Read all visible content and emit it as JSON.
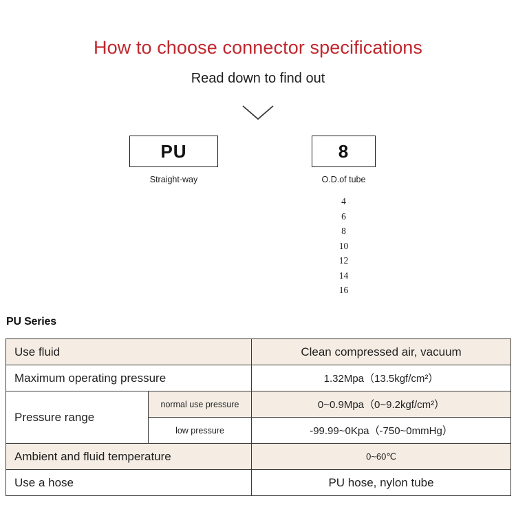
{
  "header": {
    "title": "How to choose connector specifications",
    "subtitle": "Read down to find out",
    "title_color": "#C0272D",
    "chevron_icon": "chevron-down-icon"
  },
  "code_breakdown": {
    "boxes": [
      {
        "code": "PU",
        "caption": "Straight-way"
      },
      {
        "code": "8",
        "caption": "O.D.of tube"
      }
    ],
    "od_sizes": [
      "4",
      "6",
      "8",
      "10",
      "12",
      "14",
      "16"
    ]
  },
  "spec_section": {
    "heading": "PU Series",
    "shade_color": "#F5EDE4",
    "rows": [
      {
        "label": "Use fluid",
        "value": "Clean compressed air, vacuum",
        "shaded": true
      },
      {
        "label": "Maximum operating pressure",
        "value": "1.32Mpa（13.5kgf/cm²）",
        "shaded": false
      },
      {
        "label": "Pressure range",
        "sub_rows": [
          {
            "sub_label": "normal use pressure",
            "value": "0~0.9Mpa（0~9.2kgf/cm²）",
            "shaded": true
          },
          {
            "sub_label": "low pressure",
            "value": "-99.99~0Kpa（-750~0mmHg）",
            "shaded": false
          }
        ]
      },
      {
        "label": "Ambient and fluid temperature",
        "value": "0~60℃",
        "shaded": true
      },
      {
        "label": "Use a hose",
        "value": "PU hose, nylon tube",
        "shaded": false
      }
    ]
  }
}
